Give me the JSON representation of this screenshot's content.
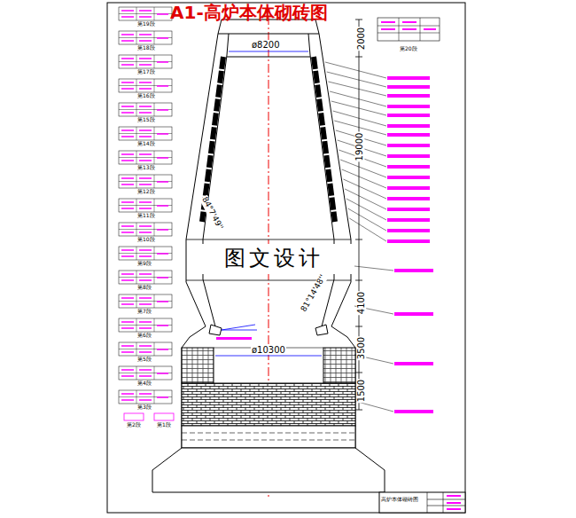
{
  "diagram": {
    "title": "A1-高炉本体砌砖图",
    "nodes": [
      {
        "text": [
          "高炉本体砌砖图"
        ]
      }
    ],
    "edges": [],
    "labels": [
      "ø8200",
      "2000",
      "19000",
      "4100",
      "3500",
      "1500",
      "84°7'49''",
      "81°14'48''",
      "ø10300",
      "图文设计",
      "第20段",
      "第19段",
      "第18段",
      "第17段",
      "第16段",
      "第15段",
      "第14段",
      "第13段",
      "第12段",
      "第11段",
      "第10段",
      "第9段",
      "第8段",
      "第7段",
      "第6段",
      "第5段",
      "第4段",
      "第3段",
      "第2段",
      "第1段"
    ]
  }
}
